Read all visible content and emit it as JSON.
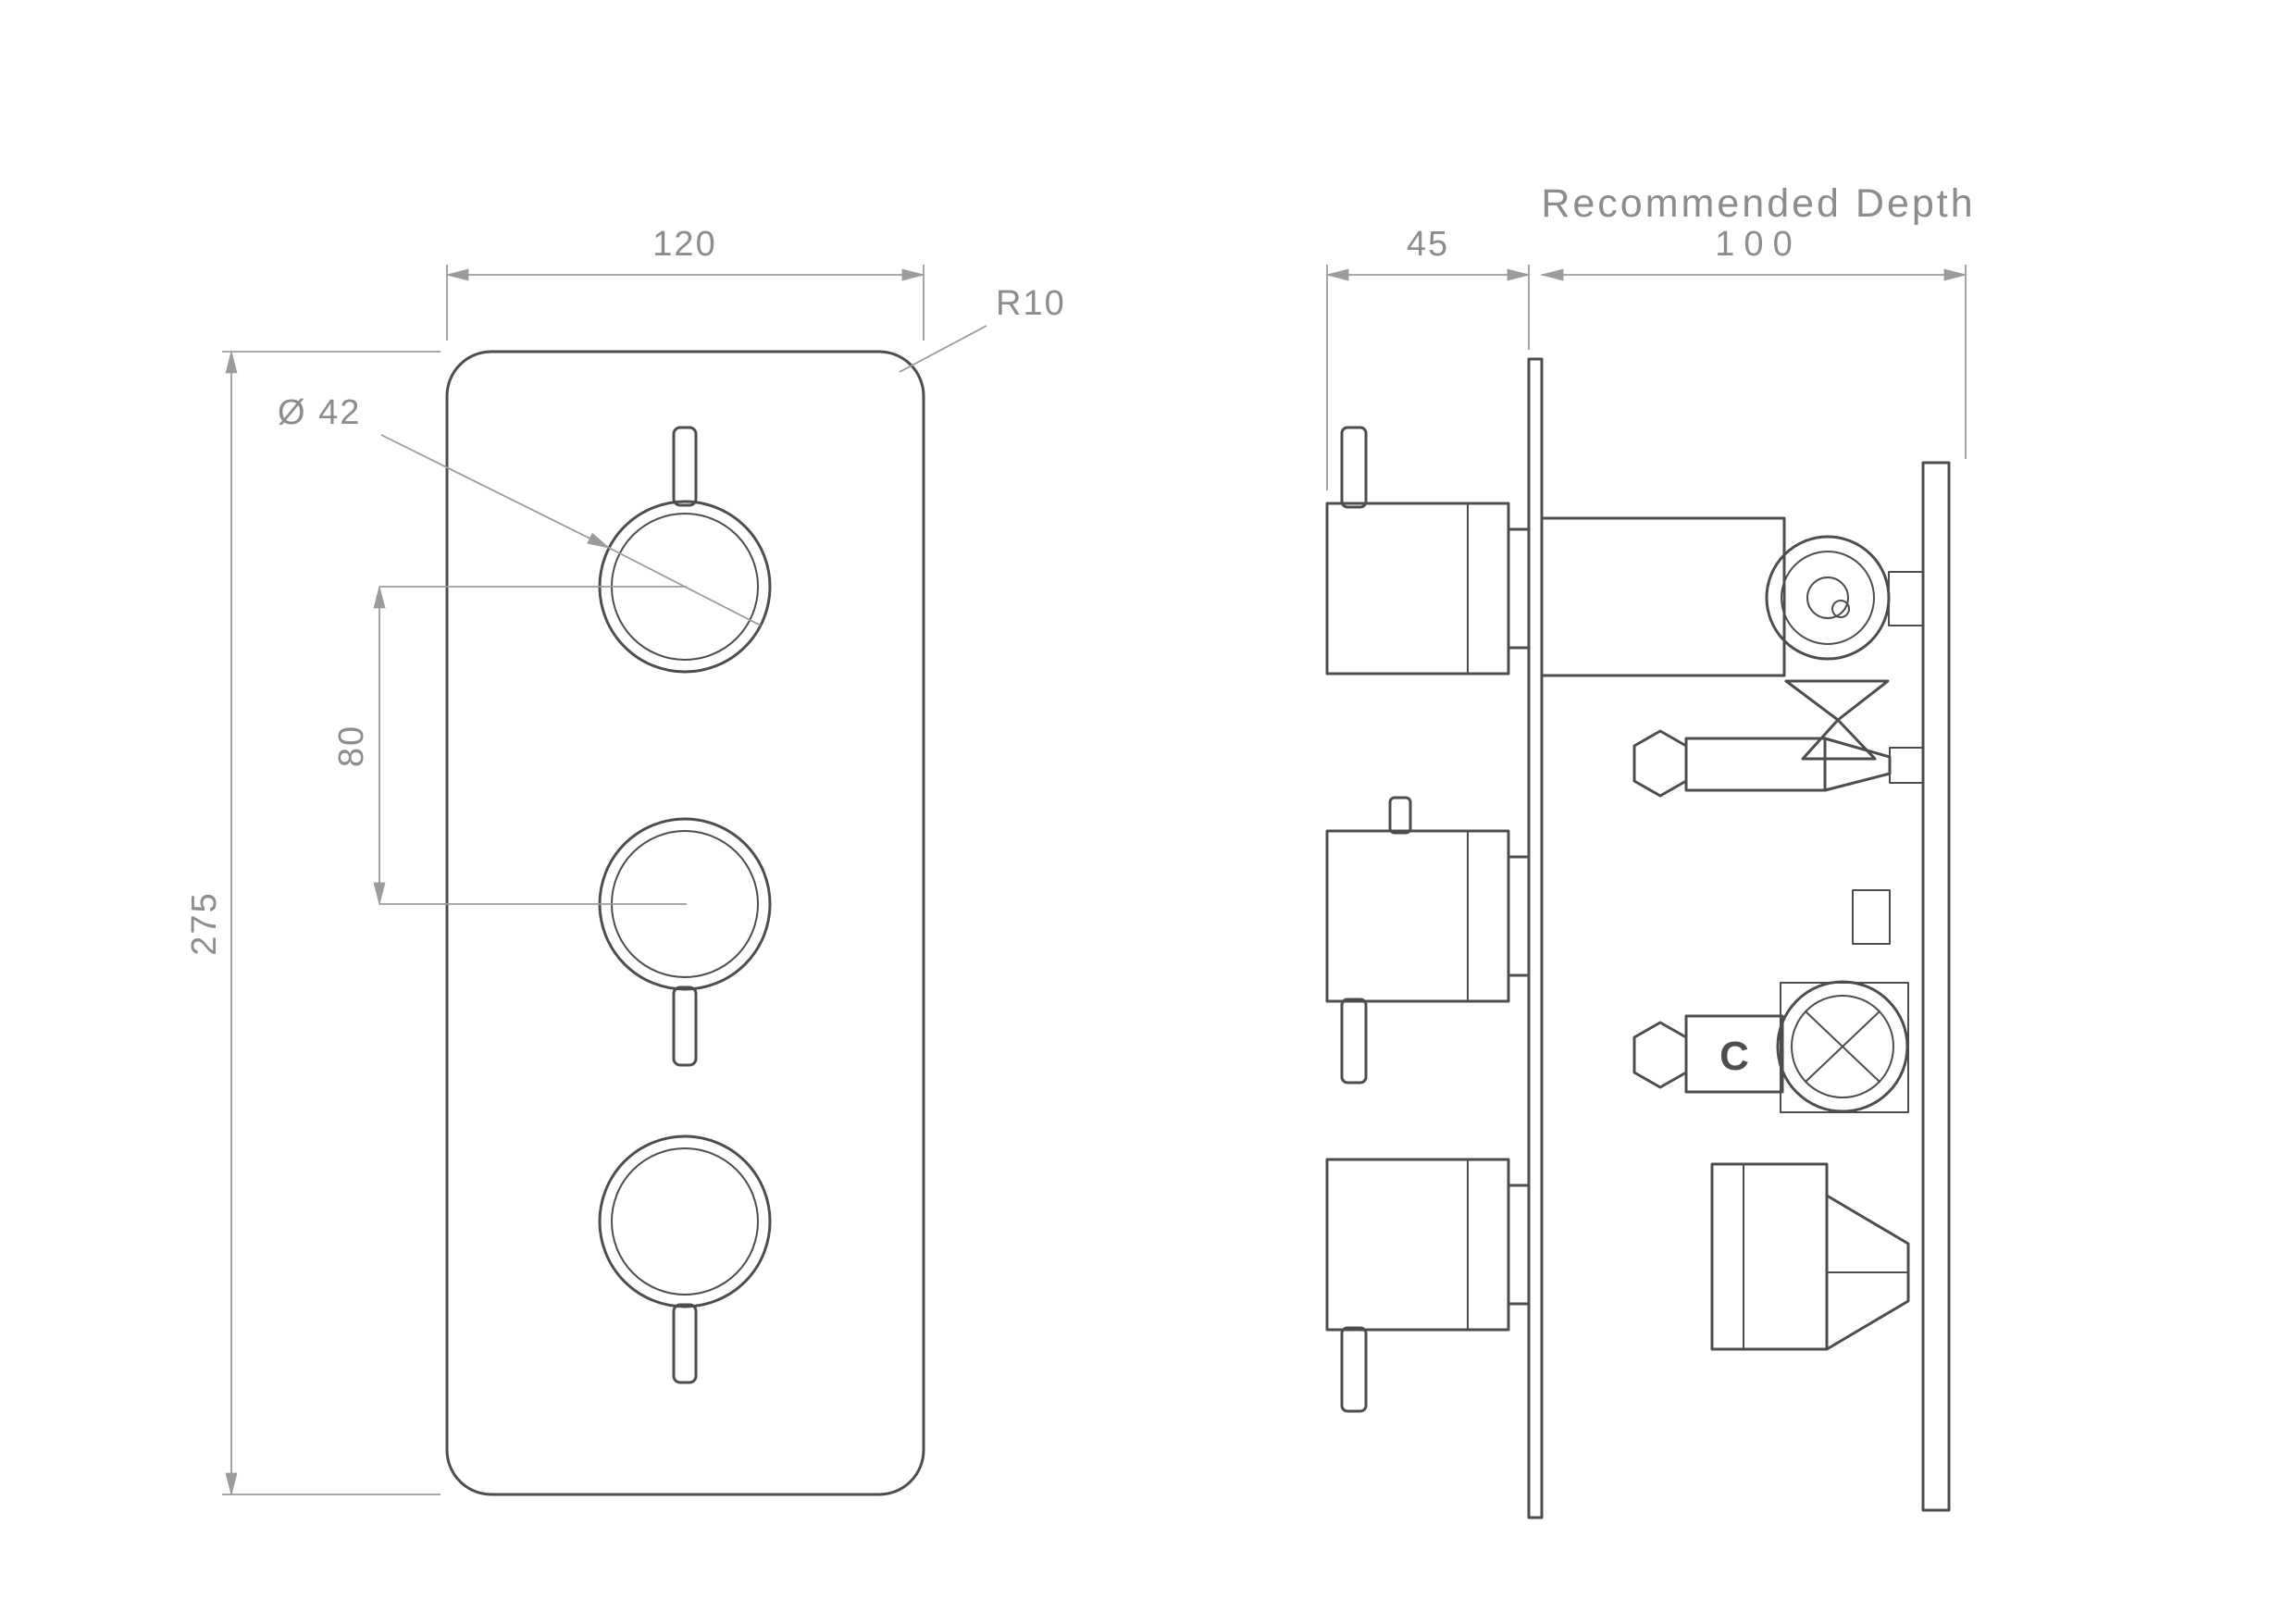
{
  "colors": {
    "background": "#ffffff",
    "line": "#4d4d4d",
    "dimension_line": "#9b9b9b",
    "dimension_text": "#8c8c8c"
  },
  "front_view": {
    "width_label": "120",
    "corner_radius_label": "R10",
    "knob_diameter_label": "Ø 42",
    "knob_spacing_label": "80",
    "height_label": "275"
  },
  "side_view": {
    "body_depth_label": "45",
    "recommended_depth_title": "Recommended Depth",
    "recommended_depth_label": "100",
    "cold_port_label": "C"
  }
}
